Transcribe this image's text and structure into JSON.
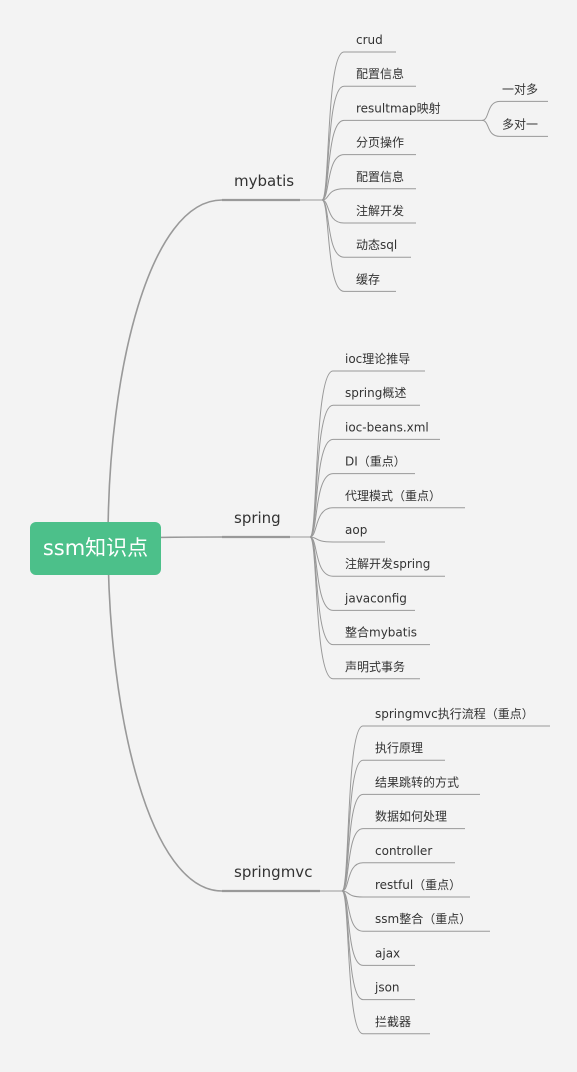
{
  "root": {
    "label": "ssm知识点"
  },
  "colors": {
    "background": "#f3f3f3",
    "root_fill": "#4cc08a",
    "line": "#999999",
    "text": "#333333"
  },
  "branches": [
    {
      "label": "mybatis",
      "children": [
        {
          "label": "crud"
        },
        {
          "label": "配置信息"
        },
        {
          "label": "resultmap映射",
          "children": [
            {
              "label": "一对多"
            },
            {
              "label": "多对一"
            }
          ]
        },
        {
          "label": "分页操作"
        },
        {
          "label": "配置信息"
        },
        {
          "label": "注解开发"
        },
        {
          "label": "动态sql"
        },
        {
          "label": "缓存"
        }
      ]
    },
    {
      "label": "spring",
      "children": [
        {
          "label": "ioc理论推导"
        },
        {
          "label": "spring概述"
        },
        {
          "label": "ioc-beans.xml"
        },
        {
          "label": "DI（重点）"
        },
        {
          "label": "代理模式（重点）"
        },
        {
          "label": "aop"
        },
        {
          "label": "注解开发spring"
        },
        {
          "label": "javaconfig"
        },
        {
          "label": "整合mybatis"
        },
        {
          "label": "声明式事务"
        }
      ]
    },
    {
      "label": "springmvc",
      "children": [
        {
          "label": "springmvc执行流程（重点）"
        },
        {
          "label": "执行原理"
        },
        {
          "label": "结果跳转的方式"
        },
        {
          "label": "数据如何处理"
        },
        {
          "label": "controller"
        },
        {
          "label": "restful（重点）"
        },
        {
          "label": "ssm整合（重点）"
        },
        {
          "label": "ajax"
        },
        {
          "label": "json"
        },
        {
          "label": "拦截器"
        }
      ]
    }
  ]
}
